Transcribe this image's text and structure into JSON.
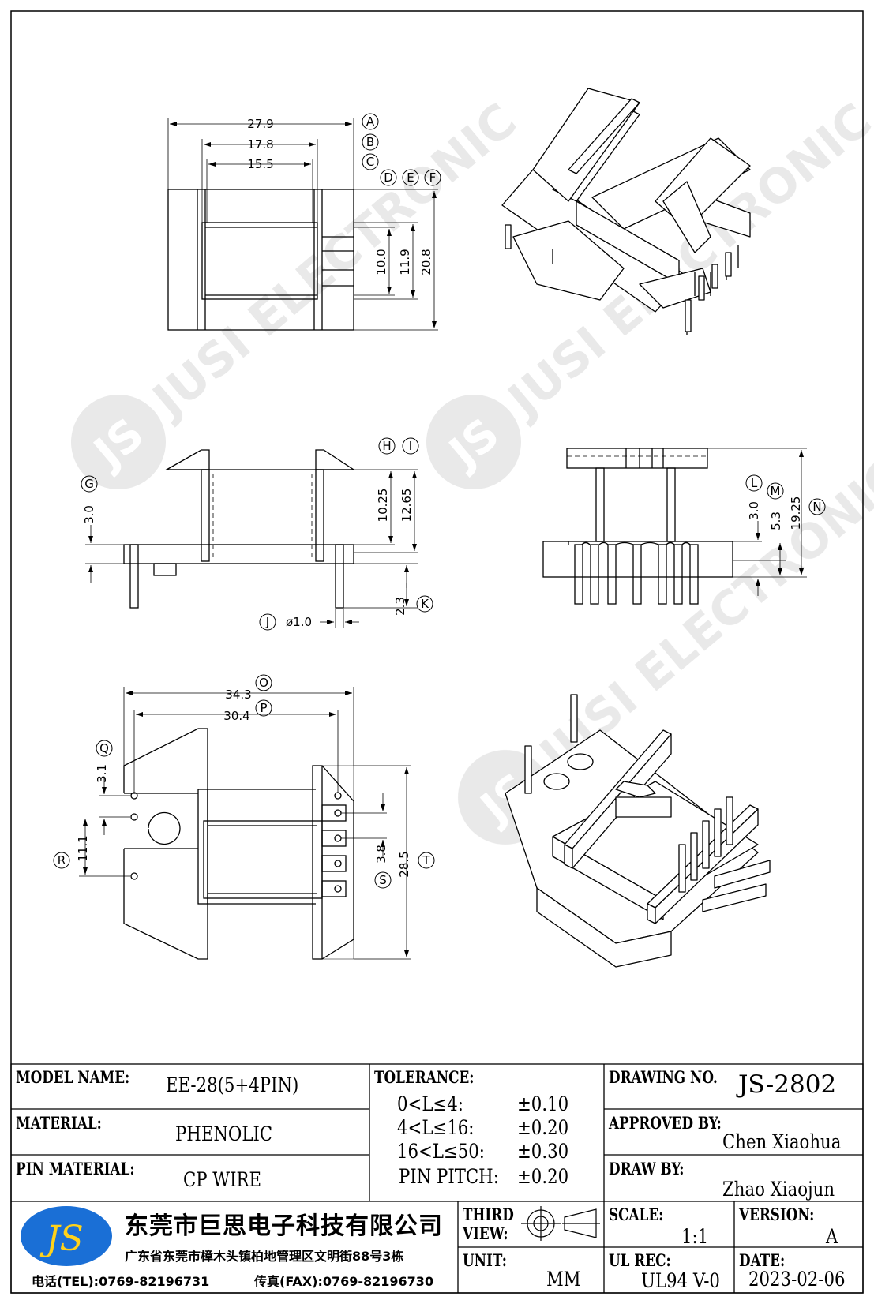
{
  "dims": {
    "top_a": "27.9",
    "top_b": "17.8",
    "top_c": "15.5",
    "top_d": "10.0",
    "top_e": "11.9",
    "top_f": "20.8",
    "side_g": "3.0",
    "side_h": "10.25",
    "side_i": "12.65",
    "side_j": "ø1.0",
    "side_k": "2.3",
    "front_l": "3.0",
    "front_m": "5.3",
    "front_n": "19.25",
    "bot_o": "34.3",
    "bot_p": "30.4",
    "bot_q": "3.1",
    "bot_r": "11.1",
    "bot_s": "3.8",
    "bot_t": "28.5"
  },
  "letters": {
    "a": "A",
    "b": "B",
    "c": "C",
    "d": "D",
    "e": "E",
    "f": "F",
    "g": "G",
    "h": "H",
    "i": "I",
    "j": "J",
    "k": "K",
    "l": "L",
    "m": "M",
    "n": "N",
    "o": "O",
    "p": "P",
    "q": "Q",
    "r": "R",
    "s": "S",
    "t": "T"
  },
  "watermark": {
    "logo": "JS",
    "text": "JUSI ELECTRONIC"
  },
  "titleblock": {
    "model_label": "MODEL NAME:",
    "model_value": "EE-28(5+4PIN)",
    "material_label": "MATERIAL:",
    "material_value": "PHENOLIC",
    "pin_material_label": "PIN MATERIAL:",
    "pin_material_value": "CP WIRE",
    "tolerance_label": "TOLERANCE:",
    "tolerances": [
      {
        "range": "0<L≤4:",
        "value": "±0.10"
      },
      {
        "range": "4<L≤16:",
        "value": "±0.20"
      },
      {
        "range": "16<L≤50:",
        "value": "±0.30"
      },
      {
        "range": "PIN PITCH:",
        "value": "±0.20"
      }
    ],
    "drawing_no_label": "DRAWING NO.",
    "drawing_no": "JS-2802",
    "approved_label": "APPROVED BY:",
    "approved_value": "Chen Xiaohua",
    "draw_label": "DRAW BY:",
    "draw_value": "Zhao Xiaojun",
    "logo": "JS",
    "company": "东莞市巨思电子科技有限公司",
    "address": "广东省东莞市樟木头镇柏地管理区文明街88号3栋",
    "tel": "电话(TEL):0769-82196731",
    "fax": "传真(FAX):0769-82196730",
    "third_view_label1": "THIRD",
    "third_view_label2": "VIEW:",
    "unit_label": "UNIT:",
    "unit_value": "MM",
    "scale_label": "SCALE:",
    "scale_value": "1:1",
    "version_label": "VERSION:",
    "version_value": "A",
    "ul_label": "UL REC:",
    "ul_value": "UL94 V-0",
    "date_label": "DATE:",
    "date_value": "2023-02-06"
  }
}
